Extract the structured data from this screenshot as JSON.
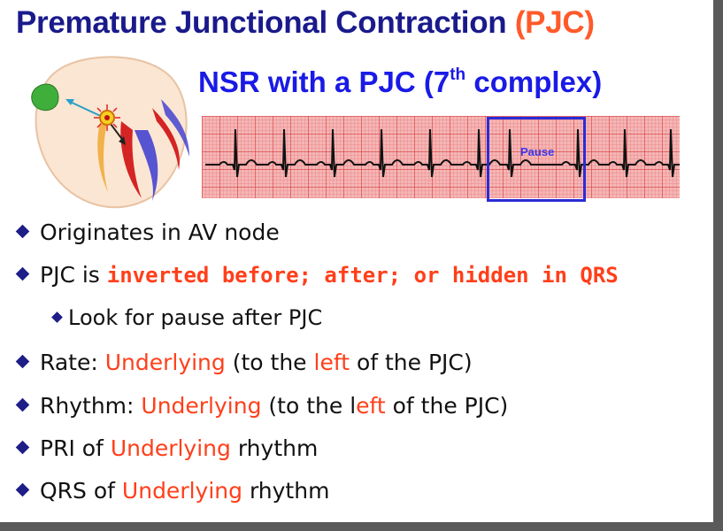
{
  "slide": {
    "title": "Premature Junctional Contraction",
    "title_highlight": "(PJC)",
    "subtitle_prefix": "NSR with a PJC (7",
    "subtitle_sup": "th",
    "subtitle_suffix": " complex)",
    "ecg_label": "Pause",
    "bullets": [
      {
        "text": "Originates in AV node"
      },
      {
        "pre": "PJC is ",
        "red": "inverted before; after; or hidden in QRS"
      },
      {
        "text": "Look for pause after PJC"
      },
      {
        "pre": "Rate: ",
        "red": "Underlying",
        "mid": " (to the ",
        "red2": "left",
        "post": " of the PJC)"
      },
      {
        "pre": "Rhythm: ",
        "red": "Underlying",
        "mid": " (to the l",
        "red2": "eft",
        "post": " of the PJC)"
      },
      {
        "pre": "PRI of ",
        "red": "Underlying",
        "post": " rhythm"
      },
      {
        "pre": "QRS of ",
        "red": "Underlying",
        "post": " rhythm"
      }
    ]
  },
  "colors": {
    "title": "#1a1a8c",
    "subtitle": "#1a1ae6",
    "accent_red": "#ff3f1a",
    "pause_box": "#2b2bd6"
  },
  "icons": [
    "heart-illustration",
    "diamond-bullet-icon"
  ]
}
